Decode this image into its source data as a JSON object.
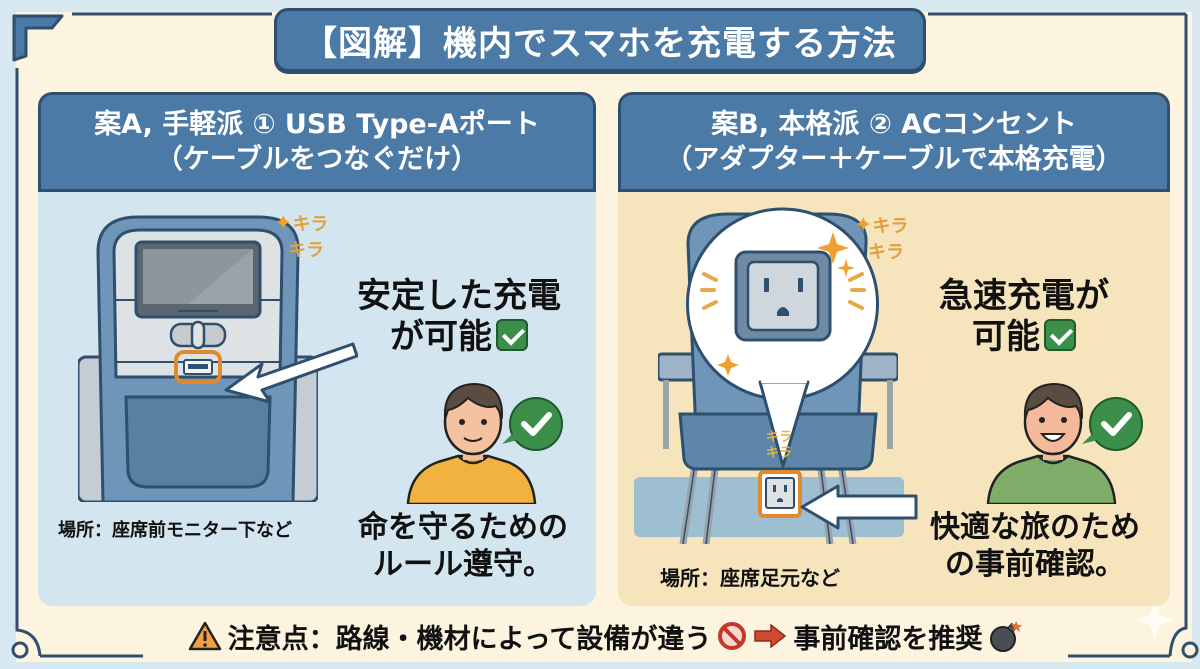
{
  "title": "【図解】機内でスマホを充電する方法",
  "colors": {
    "header_blue": "#4a7aa5",
    "border_navy": "#2e4f6e",
    "panel_a_bg": "#d3e6ef",
    "panel_b_bg": "#f5e4bc",
    "frame_bg": "#fdf4e0",
    "accent_orange": "#e0a040",
    "check_green": "#3b8f4a"
  },
  "panel_a": {
    "header_line1": "案A, 手軽派 ① USB Type-Aポート",
    "header_line2": "（ケーブルをつなぐだけ）",
    "kira_line1": "キラ",
    "kira_line2": "キラ",
    "benefit_line1": "安定した充電",
    "benefit_line2": "が可能",
    "location": "場所：座席前モニター下など",
    "note_line1": "命を守るための",
    "note_line2": "ルール遵守。",
    "icons": [
      "seatback-monitor-icon",
      "usb-port-icon",
      "arrow-icon",
      "person-icon",
      "check-bubble-icon",
      "check-box-icon",
      "sparkle-icon"
    ]
  },
  "panel_b": {
    "header_line1": "案B, 本格派 ② ACコンセント",
    "header_line2": "（アダプター＋ケーブルで本格充電）",
    "kira_line1": "キラ",
    "kira_line2": "キラ",
    "kira_small_line1": "キラ",
    "kira_small_line2": "キラ",
    "benefit_line1": "急速充電が",
    "benefit_line2": "可能",
    "location": "場所：座席足元など",
    "note_line1": "快適な旅のため",
    "note_line2": "の事前確認。",
    "icons": [
      "seat-icon",
      "ac-outlet-icon",
      "speech-bubble-icon",
      "arrow-icon",
      "person-icon",
      "check-bubble-icon",
      "check-box-icon",
      "sparkle-icon"
    ]
  },
  "footer": {
    "warning_icon": "warning-icon",
    "text_part1": "注意点：路線・機材によって設備が違う",
    "prohibited_icon": "prohibited-icon",
    "arrow_icon": "right-arrow-icon",
    "text_part2": "事前確認を推奨",
    "bomb_icon": "bomb-icon"
  }
}
